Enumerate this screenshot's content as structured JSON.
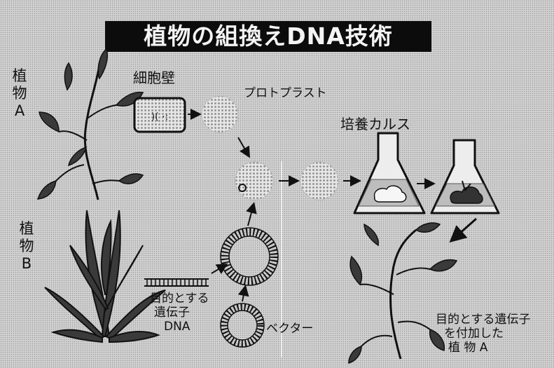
{
  "title": "植物の組換えDNA技術",
  "labels": {
    "plant_a_side": [
      "植",
      "物",
      "A"
    ],
    "plant_b_side": [
      "植",
      "物",
      "B"
    ],
    "cell_wall": "細胞壁",
    "protoplast": "プロトプラスト",
    "callus": "培養カルス",
    "target_gene": [
      "目的とする",
      "遺伝子",
      "DNA"
    ],
    "vector": "ベクター",
    "result_plant": [
      "目的とする遺伝子",
      "を付加した",
      "植 物 A"
    ]
  },
  "colors": {
    "ink": "#111111",
    "title_bg": "#0c0c0c",
    "halftone": "#c9c9c9"
  }
}
